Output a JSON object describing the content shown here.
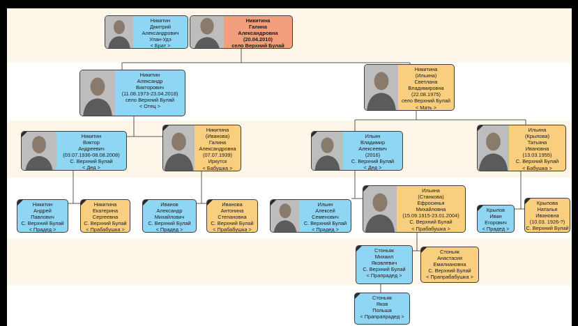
{
  "people": {
    "brat": {
      "lines": [
        "Никитин",
        "Дмитрий",
        "Александрович",
        "Улан-Удэ",
        "< Брат >"
      ],
      "photo": "person-photo-icon"
    },
    "self": {
      "lines": [
        "Никитина",
        "Галина",
        "Александровна",
        "(20.04.2010)",
        "село Верхний Булай"
      ],
      "photo": "person-photo-icon"
    },
    "otec": {
      "lines": [
        "Никитин",
        "Александр",
        "Викторович",
        "(11.08.1973-23.04.2018)",
        "село Верхний Булай",
        "< Отец >"
      ],
      "photo": "person-photo-icon"
    },
    "mat": {
      "lines": [
        "Никитина",
        "(Ильина)",
        "Светлана",
        "Владимировна",
        "(22.08.1975)",
        "село Верхний Булай",
        "< Мать >"
      ],
      "photo": "person-photo-icon"
    },
    "ded1": {
      "lines": [
        "Никитин",
        "Виктор",
        "Андреевич",
        "(03.07.1936-08.08.2008)",
        "С. Верхний Булай",
        "< Дед >"
      ],
      "photo": "person-photo-icon"
    },
    "bab1": {
      "lines": [
        "Никитина",
        "(Иванова)",
        "Галина",
        "Александровна",
        "(07.07.1939)",
        "Иркутск",
        "< Бабушка >"
      ],
      "photo": "person-photo-icon"
    },
    "ded2": {
      "lines": [
        "Ильин",
        "Владимир",
        "Алексеевич",
        "(2016)",
        "С. Верхний Булай",
        "< Дед >"
      ],
      "photo": "person-photo-icon"
    },
    "bab2": {
      "lines": [
        "Ильина",
        "(Крылова)",
        "Татьяна",
        "Ивановна",
        "(13.03.1955)",
        "С. Верхний Булай",
        "< Бабушка >"
      ],
      "photo": "person-photo-icon"
    },
    "pd1": {
      "lines": [
        "Никитин",
        "Андрей",
        "Павлович",
        "С. Верхний Булай",
        "< Прадед >"
      ]
    },
    "pb1": {
      "lines": [
        "Никитина",
        "Екатерина",
        "Сергеевна",
        "С. Верхний Булай",
        "< Прабабушка >"
      ]
    },
    "pd2": {
      "lines": [
        "Иванов",
        "Александр",
        "Михайлович",
        "С. Верхний Булай",
        "< Прадед >"
      ]
    },
    "pb2": {
      "lines": [
        "Иванова",
        "Антонина",
        "Степановна",
        "С. Верхний Булай",
        "< Прабабушка >"
      ]
    },
    "pd3": {
      "lines": [
        "Ильин",
        "Алексей",
        "Семенович",
        "С. Верхний Булай",
        "< Прадед >"
      ],
      "photo": "person-photo-icon"
    },
    "pb3": {
      "lines": [
        "Ильина",
        "(Станкова)",
        "Ефросинья",
        "Михайловна",
        "(15.09.1915-23.01.2004)",
        "С. Верхний Булай",
        "< Прабабушка >"
      ],
      "photo": "person-photo-icon"
    },
    "pd4": {
      "lines": [
        "Крылов",
        "Иван",
        "Егорович",
        "< Прадед >"
      ]
    },
    "pb4": {
      "lines": [
        "Крылова",
        "Наталья",
        "Ивановна",
        "(10.03. 1926-?)",
        "С. Верхний Булай",
        "< Прабабушка >"
      ]
    },
    "ppd": {
      "lines": [
        "Стоньяк",
        "Михаил",
        "Яковлевич",
        "С. Верхний Булай",
        "< Прапрадед >"
      ]
    },
    "ppb": {
      "lines": [
        "Стоньяк",
        "Анастасия",
        "Емилиановна",
        "С. Верхний Булай",
        "< Прапрабабушка >"
      ]
    },
    "pppd": {
      "lines": [
        "Стоньяк",
        "Яков",
        "Польша",
        "< Прапрапрадед >"
      ]
    }
  },
  "colors": {
    "male": "#8fd6f4",
    "female": "#f9cf7f",
    "self": "#f39f7d",
    "band": "#fdf6e9",
    "line": "#555555"
  }
}
